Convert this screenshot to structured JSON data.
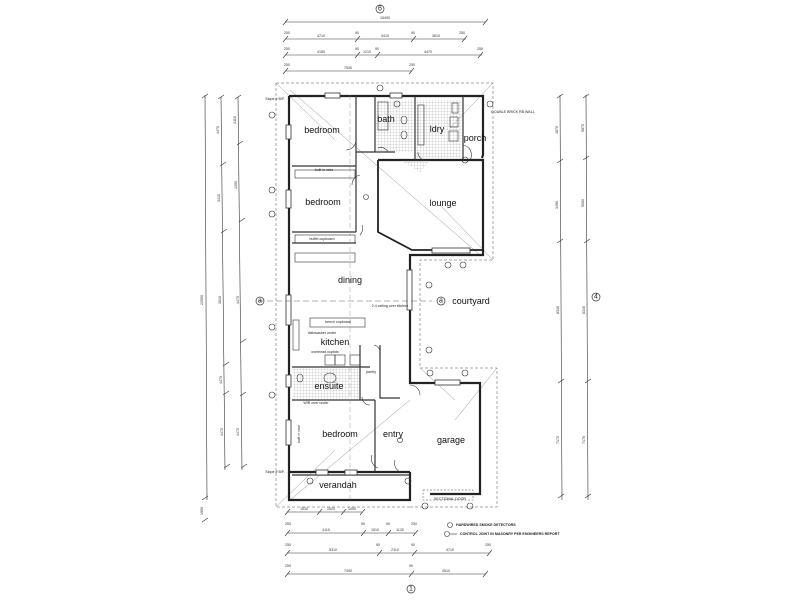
{
  "plan": {
    "rooms": {
      "bedroom1": "bedroom",
      "bath": "bath",
      "ldry": "ldry",
      "porch": "porch",
      "bedroom2": "bedroom",
      "lounge": "lounge",
      "dining": "dining",
      "courtyard": "courtyard",
      "kitchen": "kitchen",
      "ensuite": "ensuite",
      "pantry": "pantry",
      "bedroom3": "bedroom",
      "entry": "entry",
      "garage": "garage",
      "verandah": "verandah"
    },
    "notes": {
      "built_in_robe_1": "built in robe",
      "built_in_robe_2": "built in robe",
      "linen_cupboard": "linen cupboard",
      "bulkhead_cupboard": "buffet cupboard",
      "ceiling_over_kitchen": "2.4 ceiling over kitchen",
      "bench_cupboard": "bench cupboard",
      "dishwasher_under": "dishwasher under",
      "overhead_cupboards": "overhead cupbds",
      "double_brick_wall": "DOUBLE BRICK RB WALL",
      "wir_over": "WIR over under",
      "garage_door": "SECTIONAL DOOR",
      "slope_bt": "Slope # B/F.",
      "robe_label": "built in robe",
      "slope_fall": "Slope # B/F."
    },
    "grid_markers": {
      "top": "6",
      "bottom": "1",
      "left": "a",
      "right": "4",
      "courtyard_marker": "a"
    },
    "top_dimensions": {
      "row1": [
        "15450"
      ],
      "row2": [
        "250",
        "4710",
        "90",
        "3410",
        "90",
        "3610",
        "250"
      ],
      "row3": [
        "250",
        "4180",
        "90",
        "1210",
        "90",
        "4470",
        "250"
      ],
      "row4": [
        "250",
        "7530",
        "250"
      ]
    },
    "bottom_dimensions": {
      "row1": [
        "1530",
        "1520",
        "1000"
      ],
      "row2": [
        "250",
        "4110",
        "90",
        "1510",
        "90",
        "1130",
        "250"
      ],
      "row3": [
        "250",
        "5310",
        "90",
        "2110",
        "90",
        "4710",
        "250"
      ],
      "row4": [
        "250",
        "7490",
        "90",
        "4510"
      ]
    },
    "left_dimensions": {
      "overall": "22550",
      "bottom_segment": "1950",
      "col2": [
        "270",
        "4470",
        "90",
        "3410",
        "90",
        "3810",
        "90",
        "4470",
        "270"
      ],
      "col3": [
        "270",
        "2110",
        "90",
        "1350",
        "90",
        "4470",
        "270"
      ]
    },
    "right_dimensions": {
      "col1": [
        "250",
        "4870",
        "90",
        "3490",
        "250",
        "8330",
        "250",
        "7170",
        "250"
      ],
      "col2": [
        "250",
        "5870",
        "5000",
        "250",
        "8330",
        "250",
        "7170",
        "250"
      ]
    },
    "legend": [
      {
        "symbol": "smoke-detector",
        "label": "HARDWIRED SMOKE DETECTORS"
      },
      {
        "symbol": "control-joint",
        "label": "CONTROL JOINT IN MASONRY PER ENGINEERS REPORT"
      }
    ],
    "colors": {
      "line": "#222222",
      "tile_hatch": "#9a9a9a",
      "background": "#ffffff"
    }
  }
}
